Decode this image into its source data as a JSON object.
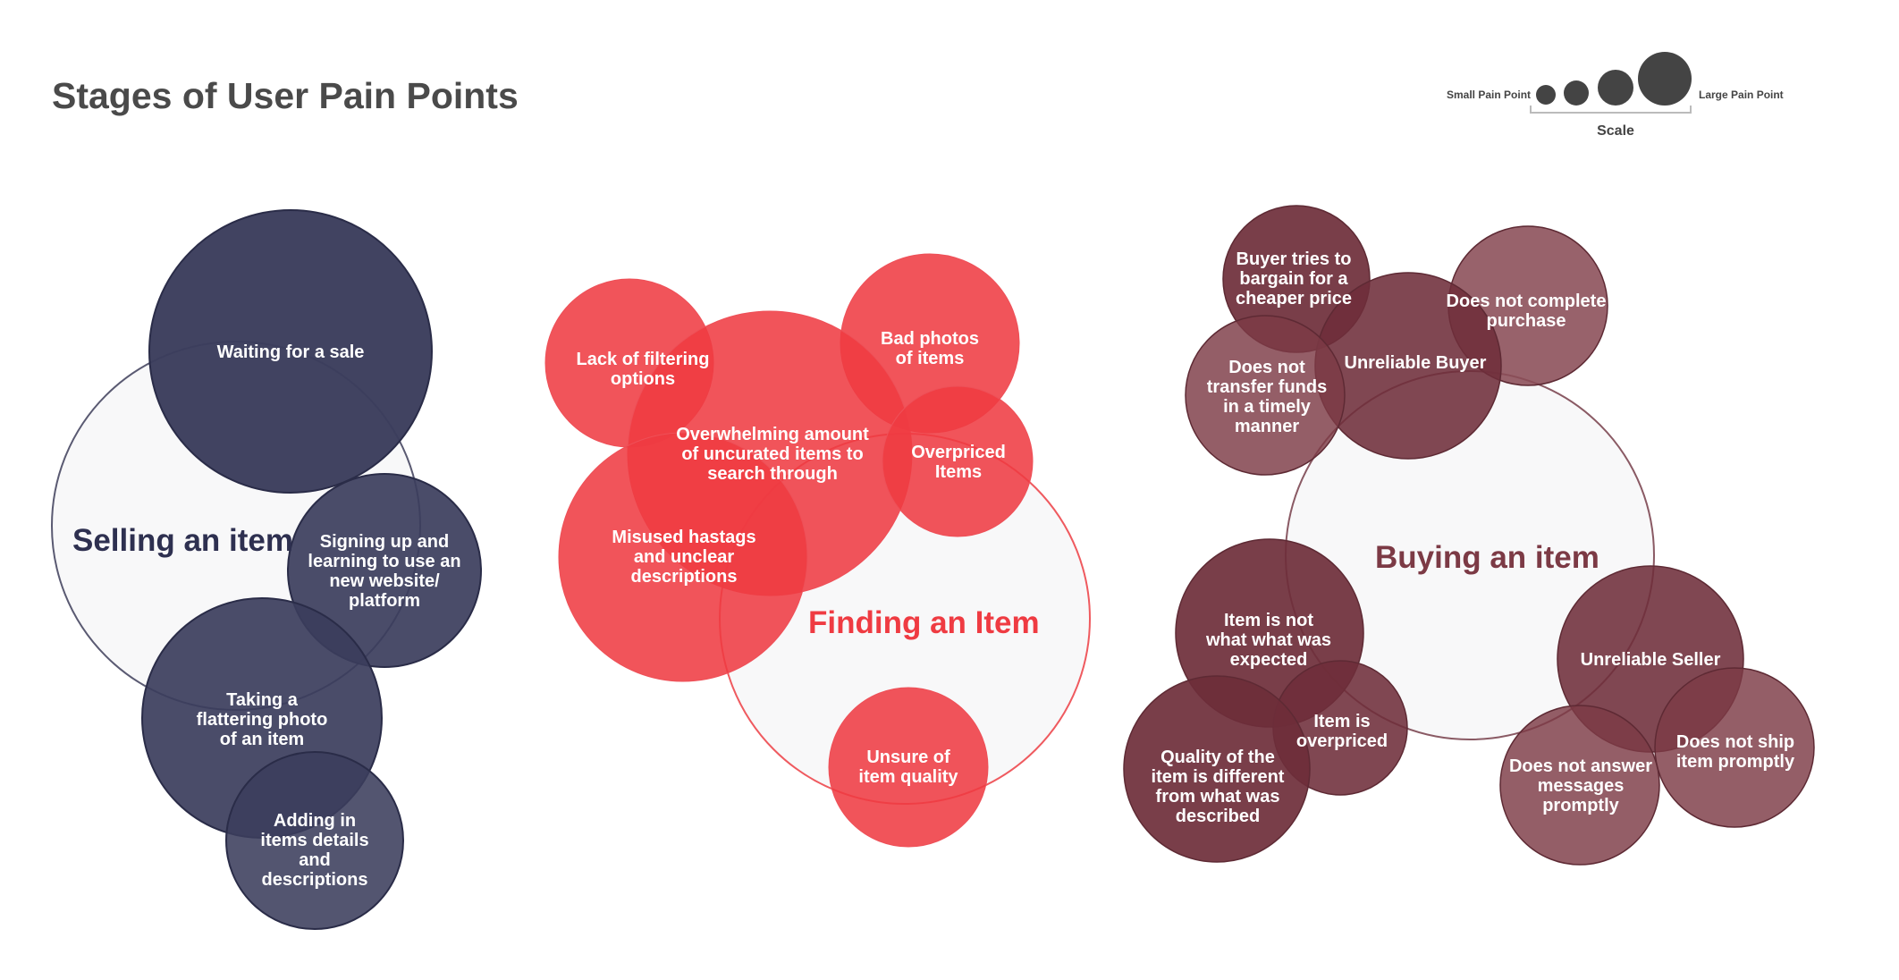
{
  "title": "Stages of User Pain Points",
  "scale": {
    "small_label": "Small Pain Point",
    "large_label": "Large Pain Point",
    "caption": "Scale",
    "dot_color": "#444444"
  },
  "colors": {
    "title": "#4a4a4a",
    "stage_fill": "#f8f8f9",
    "selling": "#3b3d5c",
    "finding": "#ef3b42",
    "buying": "#7c3a45"
  },
  "stages": [
    {
      "id": "selling",
      "label": "Selling an item",
      "pain_points": [
        {
          "label": "Waiting for a sale"
        },
        {
          "label": "Signing up and learning to use an new website/ platform"
        },
        {
          "label": "Taking a flattering photo of an item"
        },
        {
          "label": "Adding in items details and descriptions"
        }
      ]
    },
    {
      "id": "finding",
      "label": "Finding an Item",
      "pain_points": [
        {
          "label": "Lack of filtering options"
        },
        {
          "label": "Bad photos of items"
        },
        {
          "label": "Overwhelming amount of uncurated items to search through"
        },
        {
          "label": "Overpriced Items"
        },
        {
          "label": "Misused hastags and unclear descriptions"
        },
        {
          "label": "Unsure of item quality"
        }
      ]
    },
    {
      "id": "buying",
      "label": "Buying an item",
      "pain_points": [
        {
          "label": "Buyer tries to bargain for a cheaper price"
        },
        {
          "label": "Does not complete purchase"
        },
        {
          "label": "Unreliable Buyer"
        },
        {
          "label": "Does not transfer funds in a timely manner"
        },
        {
          "label": "Item is not what what was expected"
        },
        {
          "label": "Item is overpriced"
        },
        {
          "label": "Quality of the item is different from what was described"
        },
        {
          "label": "Unreliable Seller"
        },
        {
          "label": "Does not answer messages promptly"
        },
        {
          "label": "Does not ship item promptly"
        }
      ]
    }
  ]
}
